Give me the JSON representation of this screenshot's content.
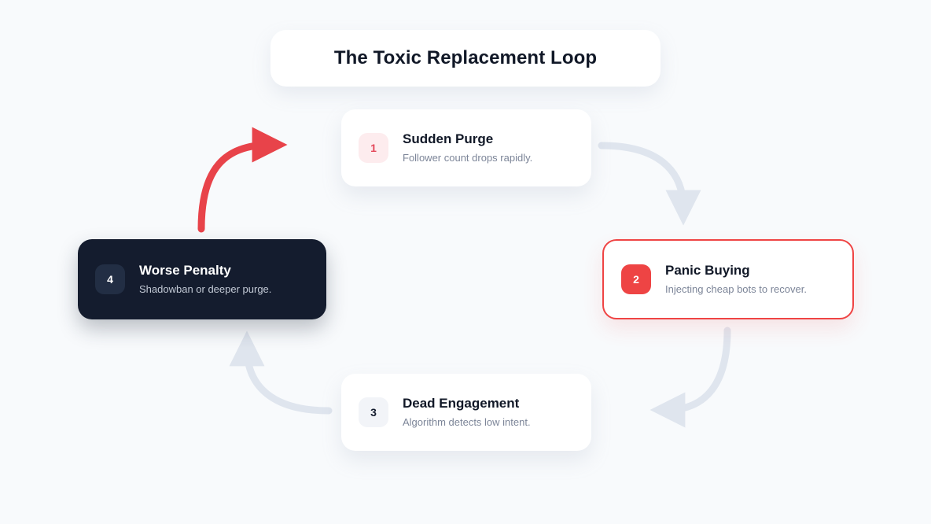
{
  "page": {
    "background_color": "#f8fafc"
  },
  "header": {
    "title": "The Toxic Replacement Loop"
  },
  "diagram": {
    "type": "cycle-loop",
    "steps": [
      {
        "number": "1",
        "title": "Sudden Purge",
        "subtitle": "Follower count drops rapidly.",
        "style": "light",
        "badge_bg": "#fdecee",
        "badge_text_color": "#e4485a"
      },
      {
        "number": "2",
        "title": "Panic Buying",
        "subtitle": "Injecting cheap bots to recover.",
        "style": "highlighted",
        "badge_bg": "#ee4444",
        "badge_text_color": "#ffffff",
        "border_color": "#ef4444"
      },
      {
        "number": "3",
        "title": "Dead Engagement",
        "subtitle": "Algorithm detects low intent.",
        "style": "light",
        "badge_bg": "#f2f4f8",
        "badge_text_color": "#141c2e"
      },
      {
        "number": "4",
        "title": "Worse Penalty",
        "subtitle": "Shadowban or deeper purge.",
        "style": "dark",
        "badge_bg": "#222e44",
        "badge_text_color": "#ffffff",
        "card_bg": "#141c2e"
      }
    ],
    "connectors": [
      {
        "from": "1",
        "to": "2",
        "color": "#dfe5ee",
        "emphasis": "normal"
      },
      {
        "from": "2",
        "to": "3",
        "color": "#dfe5ee",
        "emphasis": "normal"
      },
      {
        "from": "3",
        "to": "4",
        "color": "#dfe5ee",
        "emphasis": "normal"
      },
      {
        "from": "4",
        "to": "1",
        "color": "#e8434a",
        "emphasis": "highlighted"
      }
    ]
  }
}
